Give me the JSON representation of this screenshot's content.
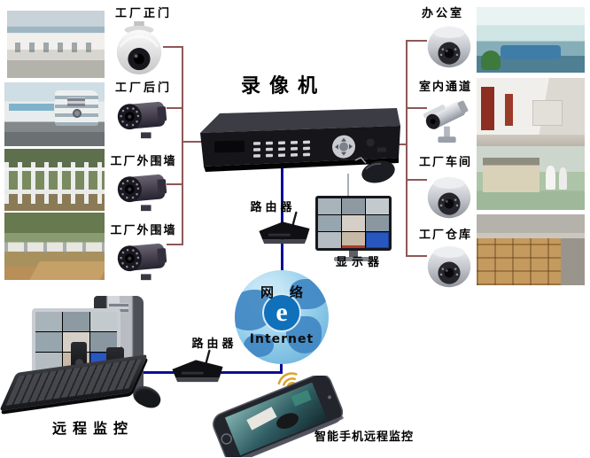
{
  "colors": {
    "camera_line": "#8f5757",
    "network_line": "#0d0d96",
    "globe_sea": "#8ecbe9",
    "globe_land": "#3e85c2",
    "internet_badge": "#1070ba",
    "wifi_icon": "#d8a430",
    "monitor_tile_blue": "#2857c0"
  },
  "left_cameras": [
    {
      "label": "工厂正门",
      "type": "dome-camera-white"
    },
    {
      "label": "工厂后门",
      "type": "bullet-camera-dark"
    },
    {
      "label": "工厂外围墙",
      "type": "bullet-camera-dark"
    },
    {
      "label": "工厂外围墙",
      "type": "bullet-camera-dark"
    }
  ],
  "right_cameras": [
    {
      "label": "办公室",
      "type": "dome-camera-silver"
    },
    {
      "label": "室内通道",
      "type": "bullet-camera-silver"
    },
    {
      "label": "工厂车间",
      "type": "dome-camera-silver"
    },
    {
      "label": "工厂仓库",
      "type": "dome-camera-silver"
    }
  ],
  "devices": {
    "dvr_label": "录像机",
    "router_top_label": "路由器",
    "monitor_label": "显示器",
    "router_bottom_label": "路由器",
    "remote_pc_label": "远程监控",
    "phone_label": "智能手机远程监控"
  },
  "internet": {
    "label_cn": "网络",
    "label_en": "Internet",
    "badge_letter": "e"
  }
}
